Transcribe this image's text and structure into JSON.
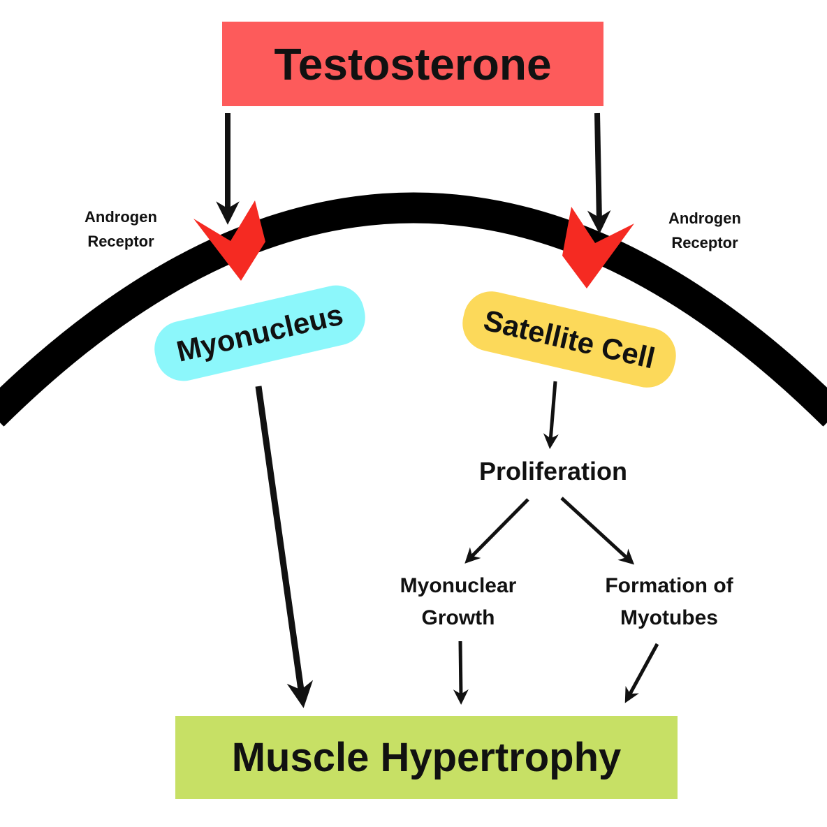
{
  "nodes": {
    "testosterone": "Testosterone",
    "receptor_left": [
      "Androgen",
      "Receptor"
    ],
    "receptor_right": [
      "Androgen",
      "Receptor"
    ],
    "myonucleus": "Myonucleus",
    "satellite_cell": "Satellite Cell",
    "proliferation": "Proliferation",
    "myonuclear_growth": [
      "Myonuclear",
      "Growth"
    ],
    "formation_of_myotubes": [
      "Formation of",
      "Myotubes"
    ],
    "muscle_hypertrophy": "Muscle Hypertrophy"
  },
  "colors": {
    "testosterone_fill": "#fd5b5b",
    "hypertrophy_fill": "#c7e065",
    "myonucleus_fill": "#8cf7fb",
    "satellite_fill": "#fcd95a",
    "receptor_fill": "#f52a22",
    "membrane_stroke": "#000000",
    "arrow_stroke": "#111111"
  },
  "icons": {
    "receptor": "androgen-receptor-icon"
  },
  "edges": [
    {
      "from": "testosterone",
      "to": "receptor_left"
    },
    {
      "from": "testosterone",
      "to": "receptor_right"
    },
    {
      "from": "myonucleus",
      "to": "muscle_hypertrophy"
    },
    {
      "from": "satellite_cell",
      "to": "proliferation"
    },
    {
      "from": "proliferation",
      "to": "myonuclear_growth"
    },
    {
      "from": "proliferation",
      "to": "formation_of_myotubes"
    },
    {
      "from": "myonuclear_growth",
      "to": "muscle_hypertrophy"
    },
    {
      "from": "formation_of_myotubes",
      "to": "muscle_hypertrophy"
    }
  ]
}
